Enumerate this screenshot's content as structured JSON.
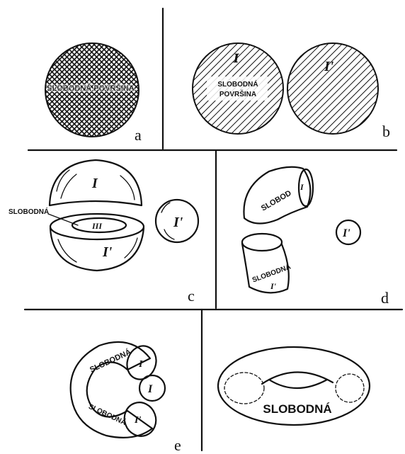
{
  "panels": {
    "a": {
      "letter": "a",
      "surface_text": "SLOBODNÁ POVRŠINA"
    },
    "b": {
      "letter": "b",
      "sphere1_mark": "I",
      "sphere2_mark": "I'",
      "surface_text_1": "SLOBODNÁ",
      "surface_text_2": "POVRŠINA"
    },
    "c": {
      "letter": "c",
      "side_label": "SLOBODNÁ",
      "top_half": "I",
      "bottom_half": "I'",
      "inner_mark": "III",
      "small_sphere": "I'"
    },
    "d": {
      "letter": "d",
      "upper_piece_text": "SLOBOD",
      "upper_piece_mark": "I",
      "lower_piece_text": "SLOBODNÁ",
      "lower_piece_mark": "I'",
      "small_sphere": "I'"
    },
    "e": {
      "letter": "e",
      "upper_text": "SLOBODNÁ",
      "upper_mark": "I",
      "center_sphere": "I",
      "lower_text": "SLOBODNÁ",
      "lower_mark": "I'"
    },
    "f": {
      "torus_text": "SLOBODNÁ"
    }
  },
  "colors": {
    "ink": "#111111",
    "paper": "#ffffff"
  }
}
